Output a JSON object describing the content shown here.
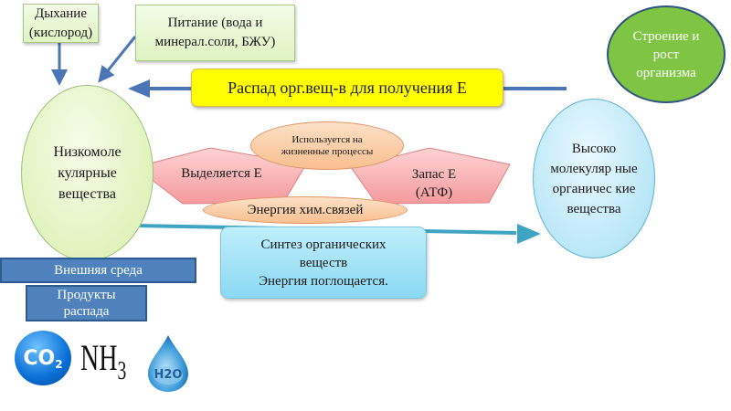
{
  "inputs": {
    "breathing": "Дыхание (кислород)",
    "nutrition": "Питание (вода и минерал.соли, БЖУ)"
  },
  "decay_label": "Распад орг.вещ-в для получения Е",
  "growth_label": "Строение и рост организма",
  "low_molecular": "Низкомоле кулярные вещества",
  "high_molecular": "Высоко молекуляр ные органичес кие вещества",
  "used_for_life": "Используется на жизненные процессы",
  "energy_released": "Выделяется Е",
  "energy_stored": "Запас Е (АТФ)",
  "chemical_bond_energy": "Энергия хим.связей",
  "synthesis": {
    "line1": "Синтез органических веществ",
    "line2": "Энергия поглощается."
  },
  "environment": "Внешняя среда",
  "decay_products": "Продукты распада",
  "products": {
    "co2": "CO",
    "co2_sub": "2",
    "nh3": "NH",
    "nh3_sub": "3",
    "h2o": "H2O"
  },
  "colors": {
    "arrow_dark_blue": "#4a76b5",
    "arrow_teal": "#3fa3c2",
    "yellow": "#ffff00",
    "green_oval": "#7fc443",
    "pink": "#f7a6a8",
    "orange": "#f8bf8e"
  }
}
